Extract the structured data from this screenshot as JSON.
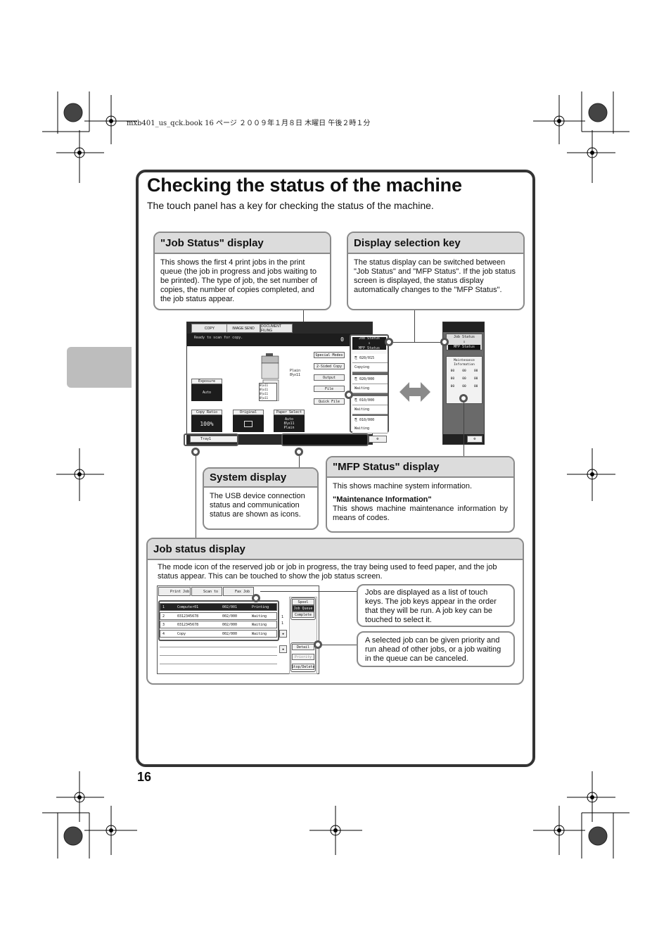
{
  "print_header": "mxb401_us_qck.book  16 ページ  ２００９年１月８日  木曜日  午後２時１分",
  "title": "Checking the status of the machine",
  "subtitle": "The touch panel has a key for checking the status of the machine.",
  "page_number": "16",
  "callouts": {
    "job_status_display": {
      "heading": "\"Job Status\" display",
      "body": "This shows the first 4 print jobs in the print queue (the job in progress and jobs waiting to be printed). The type of job, the set number of copies, the number of copies completed, and the job status appear."
    },
    "display_selection_key": {
      "heading": "Display selection key",
      "body": "The status display can be switched between \"Job Status\" and \"MFP Status\". If the job status screen is displayed, the status display automatically changes to the \"MFP Status\"."
    },
    "system_display": {
      "heading": "System display",
      "body": "The USB device connection status and communication status are shown as icons."
    },
    "mfp_status_display": {
      "heading": "\"MFP Status\" display",
      "body": "This shows machine system information.",
      "sub_heading": "\"Maintenance Information\"",
      "sub_body": "This shows machine maintenance information by means of codes."
    },
    "job_status_section": {
      "heading": "Job status display",
      "body": "The mode icon of the reserved job or job in progress, the tray being used to feed paper, and the job status appear. This can be touched to show the job status screen."
    },
    "job_keys_note": "Jobs are displayed as a list of touch keys. The job keys appear in the order that they will be run. A job key can be touched to select it.",
    "priority_note": "A selected job can be given priority and run ahead of other jobs, or a job waiting in the queue can be canceled."
  },
  "panel": {
    "tabs": [
      "COPY",
      "IMAGE SEND",
      "DOCUMENT FILING"
    ],
    "message": "Ready to scan for copy.",
    "count": "0",
    "side_keys": [
      "Special Modes",
      "2-Sided Copy",
      "Output",
      "File",
      "Quick File"
    ],
    "paper_labels": [
      "Plain",
      "8½x11"
    ],
    "tray_rows": [
      "8½x11",
      "8½x11",
      "8½x11",
      "8½x11"
    ],
    "exposure_label": "Exposure",
    "exposure_value": "Auto",
    "copy_ratio_label": "Copy Ratio",
    "copy_ratio_value": "100%",
    "original_label": "Original",
    "paper_select_label": "Paper Select",
    "paper_select_values": [
      "Auto",
      "8½x11",
      "Plain"
    ],
    "tray_indicator": "Tray1",
    "job_status_key": [
      "Job Status",
      "MFP Status"
    ],
    "status_rows": [
      {
        "count": "020/015",
        "status": "Copying"
      },
      {
        "count": "020/000",
        "status": "Waiting"
      },
      {
        "count": "010/000",
        "status": "Waiting"
      },
      {
        "count": "010/000",
        "status": "Waiting"
      }
    ]
  },
  "mfp_panel": {
    "job_status_key": [
      "Job Status",
      "MFP Status"
    ],
    "maintenance_title": [
      "Maintenance",
      "Information"
    ],
    "codes": [
      "00",
      "00",
      "00",
      "00",
      "00",
      "00",
      "00",
      "00",
      "00"
    ]
  },
  "joblist": {
    "tabs": [
      "Print Job",
      "Scan to",
      "Fax Job"
    ],
    "rows": [
      {
        "num": "1",
        "name": "Computer01",
        "count": "002/001",
        "status": "Printing"
      },
      {
        "num": "2",
        "name": "0312345678",
        "count": "002/000",
        "status": "Waiting"
      },
      {
        "num": "3",
        "name": "0312345678",
        "count": "002/000",
        "status": "Waiting"
      },
      {
        "num": "4",
        "name": "Copy",
        "count": "002/000",
        "status": "Waiting"
      }
    ],
    "page_indicator": [
      "1",
      "1"
    ],
    "side_keys": [
      "Spool",
      "Job Queue",
      "Complete"
    ],
    "action_keys": [
      "Detail",
      "Priority",
      "Stop/Delete"
    ]
  }
}
